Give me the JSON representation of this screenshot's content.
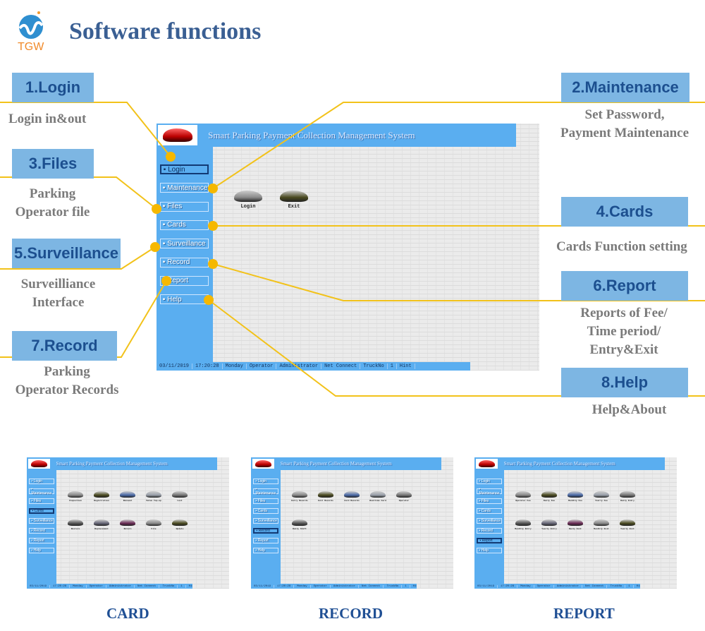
{
  "brand": {
    "logo_text": "TGW",
    "title": "Software functions"
  },
  "callouts": [
    {
      "tag": "1.Login",
      "desc": [
        "Login in&out"
      ]
    },
    {
      "tag": "2.Maintenance",
      "desc": [
        "Set Password,",
        "Payment Maintenance"
      ]
    },
    {
      "tag": "3.Files",
      "desc": [
        "Parking",
        "Operator file"
      ]
    },
    {
      "tag": "4.Cards",
      "desc": [
        "Cards Function setting"
      ]
    },
    {
      "tag": "5.Surveillance",
      "desc": [
        "Surveilliance",
        "Interface"
      ]
    },
    {
      "tag": "6.Report",
      "desc": [
        "Reports of Fee/",
        "Time period/",
        "Entry&Exit"
      ]
    },
    {
      "tag": "7.Record",
      "desc": [
        "Parking",
        "Operator Records"
      ]
    },
    {
      "tag": "8.Help",
      "desc": [
        "Help&About"
      ]
    }
  ],
  "colors": {
    "tag_bg": "#7db6e3",
    "tag_text": "#1c4f8f",
    "connector": "#f2c21a",
    "app_blue": "#5aaef0"
  },
  "app": {
    "title": "Smart Parking Payment Collection Management System",
    "menu": [
      "Login",
      "Maintenance",
      "Files",
      "Cards",
      "Surveillance",
      "Record",
      "Report",
      "Help"
    ],
    "status": [
      "03/11/2019",
      "17:20:28",
      "Monday",
      "Operator",
      "Administrator",
      "Net Connect",
      "TruckNo",
      "1",
      "Hint"
    ]
  },
  "main_screen": {
    "active": "Login",
    "icons": [
      [
        "Login",
        "Exit"
      ]
    ]
  },
  "thumbnails": [
    {
      "caption": "CARD",
      "active": "Cards",
      "icons": [
        [
          "Inspection",
          "Registration",
          "Renewal",
          "Value Top-up",
          "Lost"
        ],
        [
          "Restore",
          "Replacement",
          "Return",
          "File",
          "Update"
        ]
      ]
    },
    {
      "caption": "RECORD",
      "active": "Record",
      "icons": [
        [
          "Entry Records",
          "Exit Records",
          "Card Records",
          "Realtime Card",
          "Operator"
        ],
        [
          "Daily Shift"
        ]
      ]
    },
    {
      "caption": "REPORT",
      "active": "Report",
      "icons": [
        [
          "Operator Fee",
          "Daily Fee",
          "Monthly Fee",
          "Yearly Fee",
          "Daily Entry"
        ],
        [
          "Monthly Entry",
          "Yearly Entry",
          "Daily Exit",
          "Monthly Exit",
          "Yearly Exit"
        ]
      ]
    }
  ]
}
